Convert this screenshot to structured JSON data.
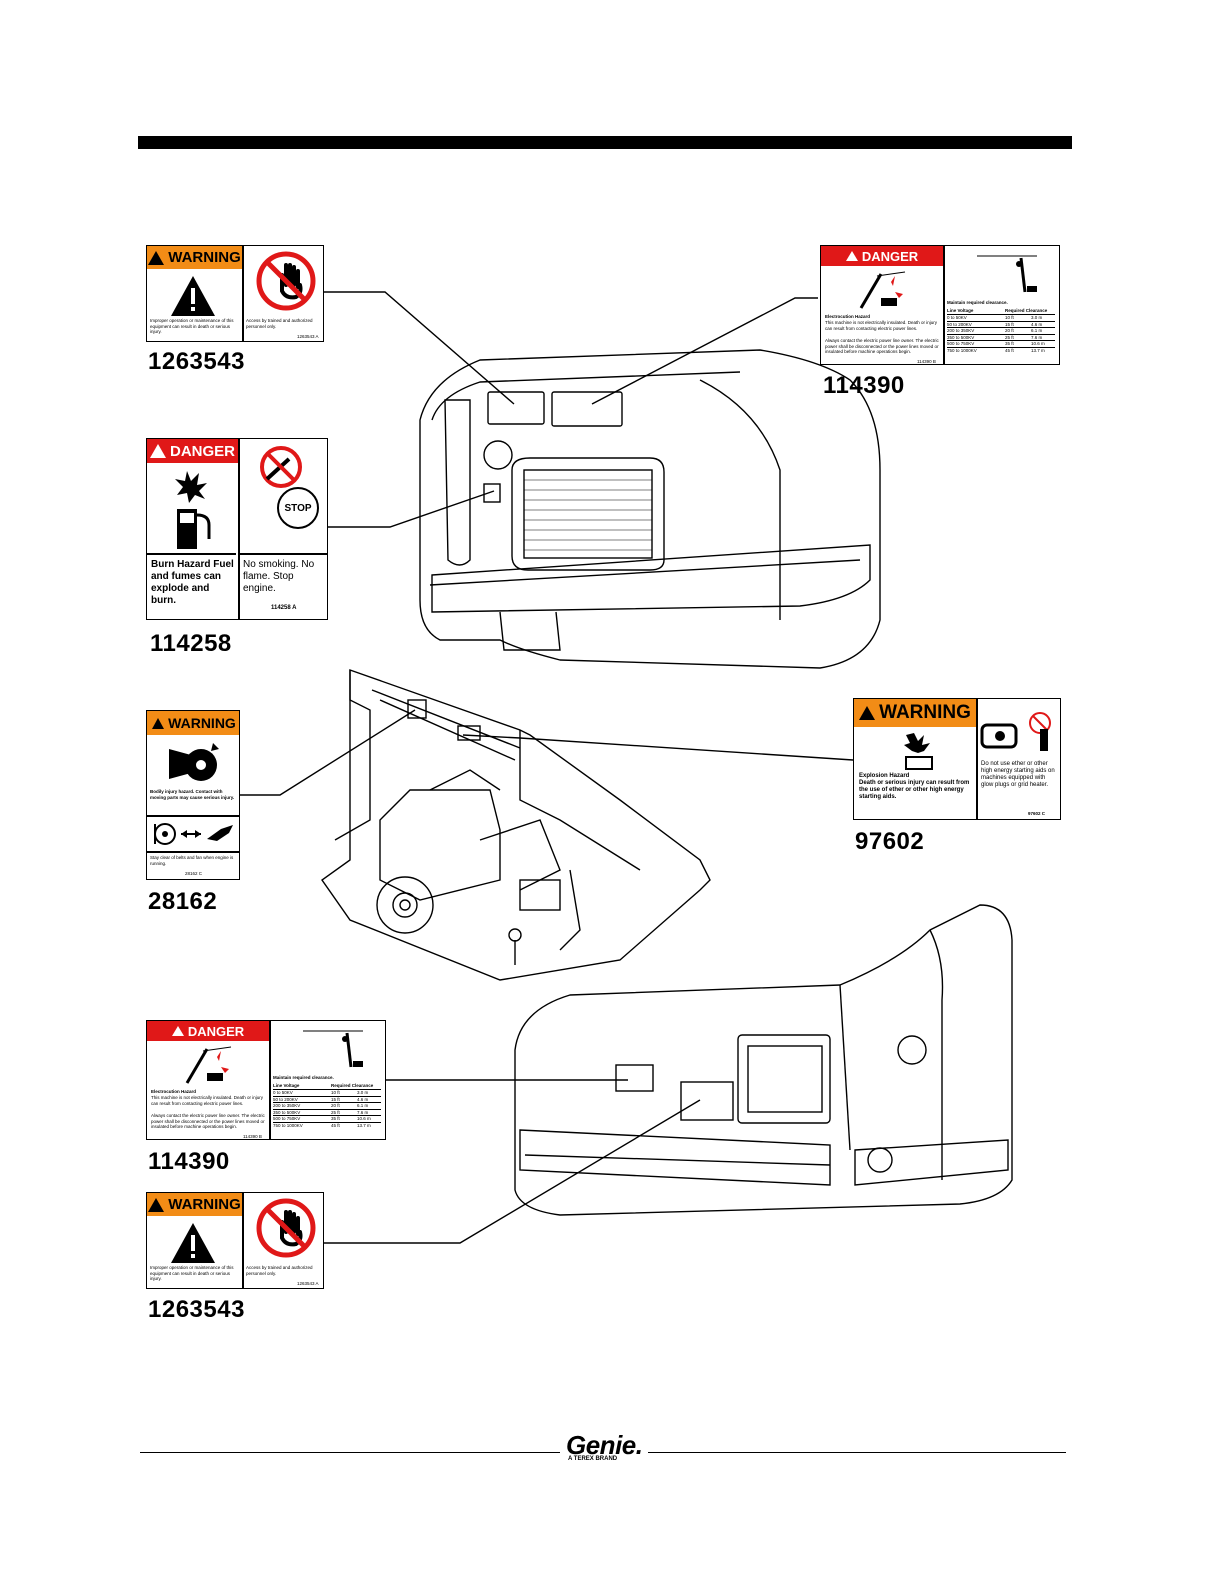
{
  "decals": {
    "d1263543_top": {
      "number": "1263543",
      "header": "WARNING",
      "left_text": "Improper operation or maintenance of this equipment can result in death or serious injury.",
      "right_text": "Access by trained and authorized personnel only.",
      "code": "1263543 A"
    },
    "d114258": {
      "number": "114258",
      "header": "DANGER",
      "left_text": "Burn Hazard Fuel and fumes can explode and burn.",
      "right_text": "No smoking. No flame. Stop engine.",
      "stop_label": "STOP",
      "code": "114258   A"
    },
    "d114390_top": {
      "number": "114390",
      "header": "DANGER",
      "title": "Electrocution Hazard",
      "text1": "This machine is not electrically insulated. Death or injury can result from contacting electric power lines.",
      "text2": "Always contact the electric power line owner. The electric power shall be disconnected or the power lines moved or insulated before machine operations begin.",
      "table_title": "Maintain required clearance.",
      "col1": "Line Voltage",
      "col2": "Required Clearance",
      "rows": [
        [
          "0 to 50KV",
          "10 ft",
          "3.0 m"
        ],
        [
          "50 to 200KV",
          "15 ft",
          "4.6 m"
        ],
        [
          "200 to 350KV",
          "20 ft",
          "6.1 m"
        ],
        [
          "350 to 500KV",
          "25 ft",
          "7.6 m"
        ],
        [
          "500 to 750KV",
          "35 ft",
          "10.6 m"
        ],
        [
          "750 to 1000KV",
          "45 ft",
          "13.7 m"
        ]
      ],
      "code": "114390 B"
    },
    "d28162": {
      "number": "28162",
      "header": "WARNING",
      "text1": "Bodily injury hazard. Contact with moving parts may cause serious injury.",
      "text2": "Stay clear of belts and fan when engine is running.",
      "code": "28162 C"
    },
    "d97602": {
      "number": "97602",
      "header": "WARNING",
      "title": "Explosion Hazard",
      "left_text": "Death or serious injury can result from the use of ether or other high energy starting aids.",
      "right_text": "Do not use ether or other high energy starting aids on machines equipped with glow plugs or grid heater.",
      "code": "97602   C"
    },
    "d114390_bottom": {
      "number": "114390"
    },
    "d1263543_bottom": {
      "number": "1263543"
    }
  },
  "footer": {
    "logo": "Genie.",
    "sub": "A TEREX BRAND"
  }
}
